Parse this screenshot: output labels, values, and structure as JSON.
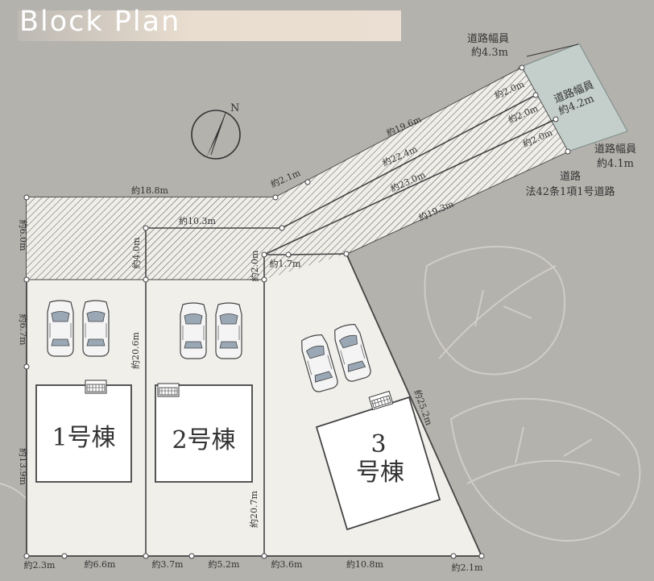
{
  "title": "Block Plan",
  "compass": {
    "north_letter": "N"
  },
  "road": {
    "width_label": "道路幅員",
    "w1": "約4.3m",
    "w2": "約4.2m",
    "w3": "約4.1m",
    "name": "道路",
    "type": "法42条1項1号道路"
  },
  "houses": [
    "1号棟",
    "2号棟",
    "3",
    "号棟"
  ],
  "dimensions": {
    "top_188": "約18.8m",
    "top_103": "約10.3m",
    "left_60": "約6.0m",
    "left_40": "約4.0m",
    "mid_20": "約2.0m",
    "mid_17": "約1.7m",
    "left_67": "約6.7m",
    "mid_206": "約20.6m",
    "left_139": "約13.9m",
    "mid_207": "約20.7m",
    "diag_21": "約2.1m",
    "diag_196": "約19.6m",
    "diag_224": "約22.4m",
    "diag_230": "約23.0m",
    "diag_193": "約19.3m",
    "road_20a": "約2.0m",
    "road_20b": "約2.0m",
    "road_20c": "約2.0m",
    "right_252": "約25.2m",
    "bot_23": "約2.3m",
    "bot_66": "約6.6m",
    "bot_37": "約3.7m",
    "bot_52": "約5.2m",
    "bot_36": "約3.6m",
    "bot_108": "約10.8m",
    "bot_21": "約2.1m"
  }
}
